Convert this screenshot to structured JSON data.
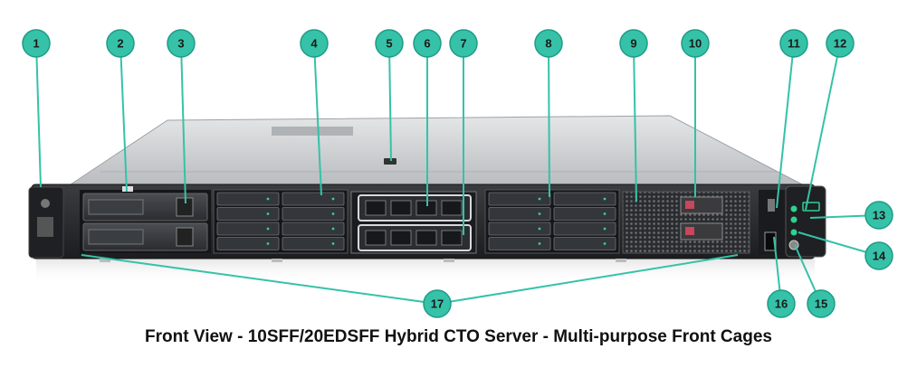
{
  "caption": "Front View - 10SFF/20EDSFF Hybrid CTO Server - Multi-purpose Front Cages",
  "colors": {
    "callout": "#35c2a8",
    "callout_stroke": "#1e9c86",
    "chassis_top": "#c9ccce",
    "front_panel": "#2b2d30",
    "hpe_green": "#01a982"
  },
  "callouts": [
    "1",
    "2",
    "3",
    "4",
    "5",
    "6",
    "7",
    "8",
    "9",
    "10",
    "11",
    "12",
    "13",
    "14",
    "15",
    "16",
    "17"
  ]
}
